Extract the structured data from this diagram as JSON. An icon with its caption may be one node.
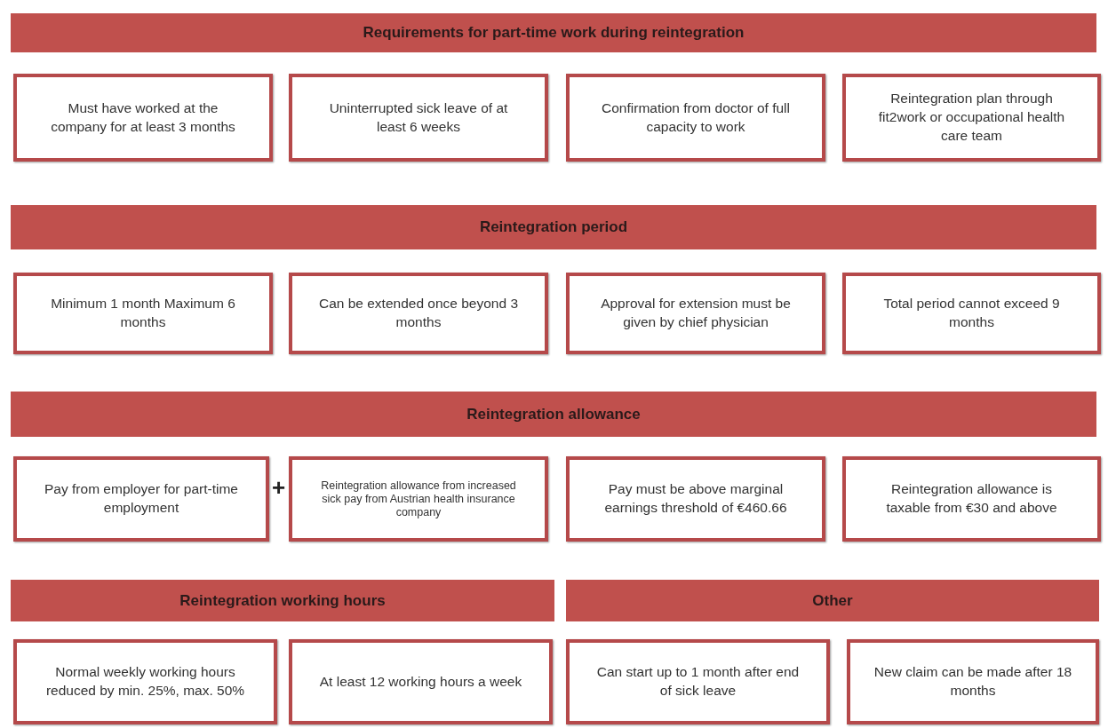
{
  "diagram": {
    "nodes": [
      {
        "text": [
          "Requirements for part-time work during reintegration"
        ]
      },
      {
        "text": [
          "Must have worked at the company for at least 3 months"
        ]
      },
      {
        "text": [
          "Uninterrupted sick leave of at least 6 weeks"
        ]
      },
      {
        "text": [
          "Confirmation from doctor of full capacity to work"
        ]
      },
      {
        "text": [
          "Reintegration plan through fit2work or occupational health care team"
        ]
      },
      {
        "text": [
          "Reintegration period"
        ]
      },
      {
        "text": [
          "Minimum 1 month Maximum 6 months"
        ]
      },
      {
        "text": [
          "Can be extended once beyond 3 months"
        ]
      },
      {
        "text": [
          "Approval for extension must be given by chief physician"
        ]
      },
      {
        "text": [
          "Total period cannot exceed 9 months"
        ]
      },
      {
        "text": [
          "Reintegration allowance"
        ]
      },
      {
        "text": [
          "Pay from employer for part-time employment"
        ]
      },
      {
        "text": [
          "Reintegration allowance from increased sick pay from Austrian health insurance company"
        ]
      },
      {
        "text": [
          "Pay must be above marginal earnings threshold of €460.66"
        ]
      },
      {
        "text": [
          "Reintegration allowance is taxable from €30 and above"
        ]
      },
      {
        "text": [
          "Reintegration working hours"
        ]
      },
      {
        "text": [
          "Other"
        ]
      },
      {
        "text": [
          "Normal weekly working hours reduced by min. 25%, max. 50%"
        ]
      },
      {
        "text": [
          "At least 12 working hours a week"
        ]
      },
      {
        "text": [
          "Can start up to 1 month after end of sick leave"
        ]
      },
      {
        "text": [
          "New claim can be made after 18 months"
        ]
      }
    ],
    "labels": [
      "+"
    ]
  }
}
